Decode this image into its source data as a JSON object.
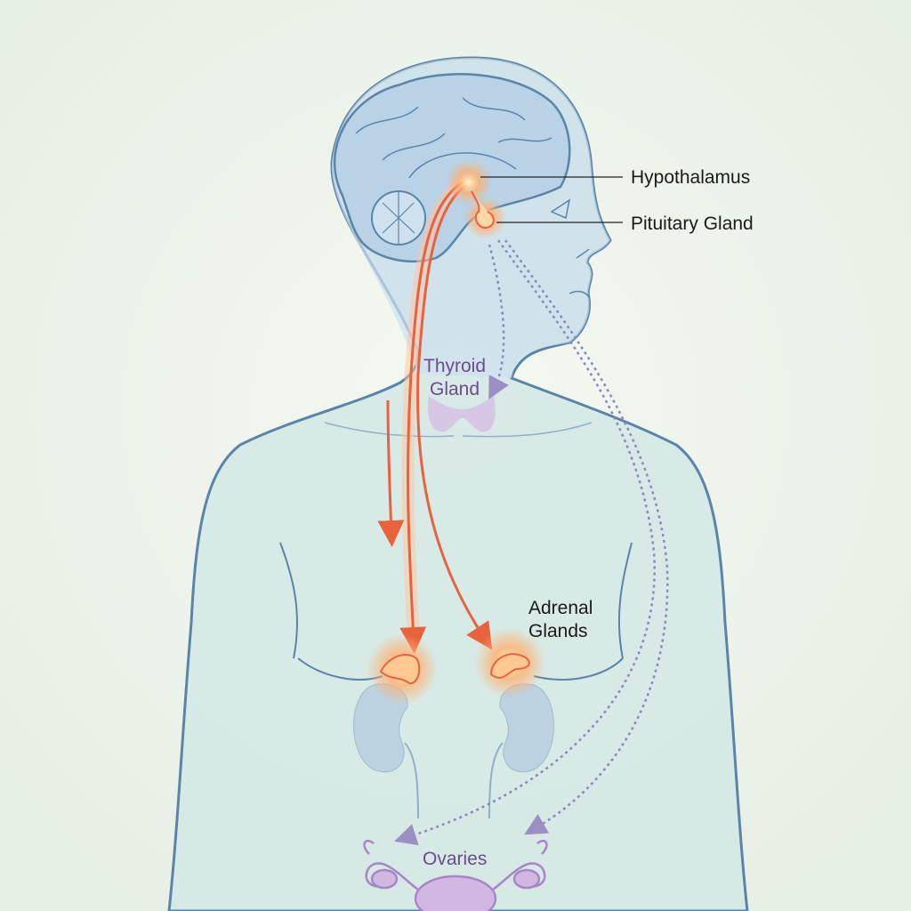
{
  "labels": {
    "hypothalamus": "Hypothalamus",
    "pituitary": "Pituitary Gland",
    "thyroid_line1": "Thyroid",
    "thyroid_line2": "Gland",
    "adrenal_line1": "Adrenal",
    "adrenal_line2": "Glands",
    "ovaries": "Ovaries"
  },
  "colors": {
    "background": "#eef4ec",
    "body_fill": "#d6e8e6",
    "outline": "#5a84a8",
    "hormone_path": "#e8623e",
    "gland_glow": "#ffb070",
    "purple_organs": "#b79ccc",
    "purple_text": "#6a4c8c",
    "dotted_path": "#8a88b8"
  }
}
